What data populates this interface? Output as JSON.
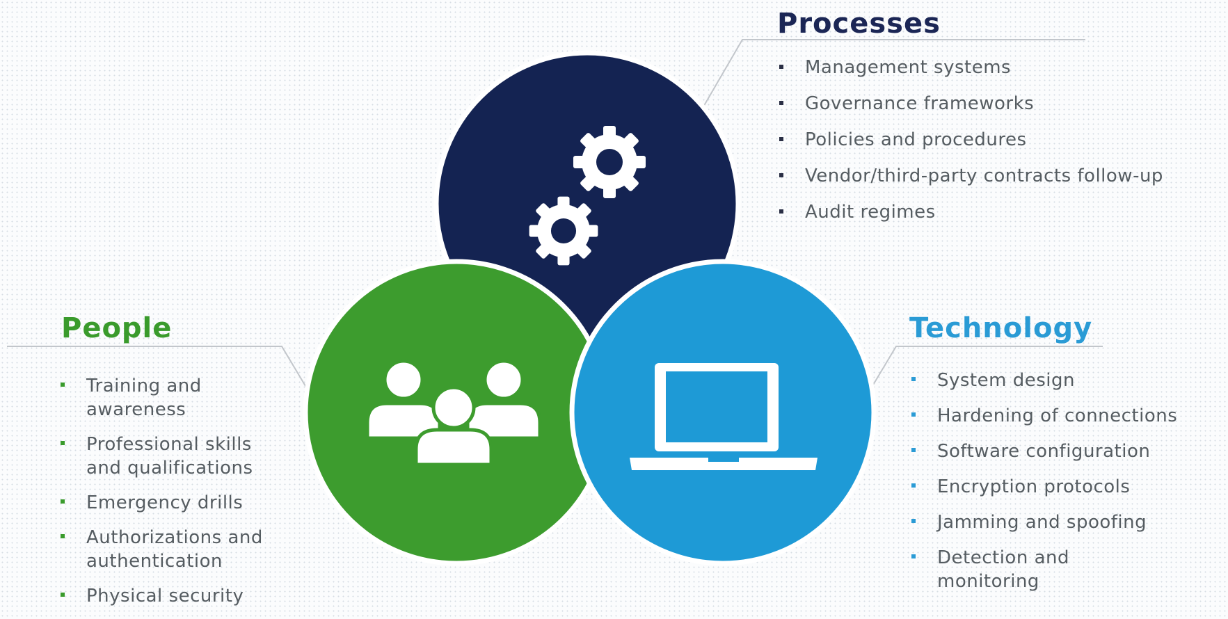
{
  "colors": {
    "processes": "#142352",
    "people": "#3d9c2e",
    "technology": "#1e9ad6",
    "heading_processes": "#1b2655",
    "heading_people": "#3a9b2c",
    "heading_technology": "#2a9bd5",
    "body_text": "#555c61",
    "leader_line": "#c2c6cb"
  },
  "processes": {
    "heading": "Processes",
    "icon": "gears-icon",
    "items": [
      "Management systems",
      "Governance frameworks",
      "Policies and procedures",
      "Vendor/third-party contracts follow-up",
      "Audit regimes"
    ]
  },
  "people": {
    "heading": "People",
    "icon": "people-group-icon",
    "items": [
      [
        "Training and",
        "awareness"
      ],
      [
        "Professional skills",
        "and qualifications"
      ],
      [
        "Emergency drills"
      ],
      [
        "Authorizations and",
        "authentication"
      ],
      [
        "Physical security"
      ]
    ]
  },
  "technology": {
    "heading": "Technology",
    "icon": "laptop-icon",
    "items": [
      [
        "System design"
      ],
      [
        "Hardening of connections"
      ],
      [
        "Software configuration"
      ],
      [
        "Encryption protocols"
      ],
      [
        "Jamming and spoofing"
      ],
      [
        "Detection and",
        "monitoring"
      ]
    ]
  }
}
